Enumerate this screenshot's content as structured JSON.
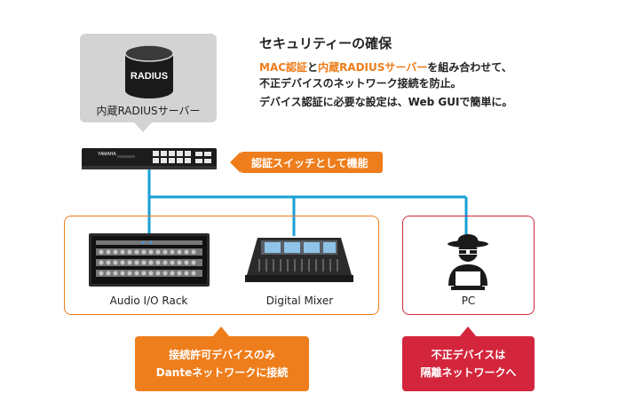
{
  "headline": "セキュリティーの確保",
  "description": {
    "line1": {
      "hl1": "MAC認証",
      "t1": "と",
      "hl2": "内蔵RADIUSサーバー",
      "t2": "を組み合わせて、"
    },
    "line2": "不正デバイスのネットワーク接続を防止。",
    "line3": "デバイス認証に必要な設定は、Web GUIで簡単に。"
  },
  "radius": {
    "icon_text": "RADIUS",
    "caption": "内蔵RADIUSサーバー"
  },
  "switch": {
    "callout": "認証スイッチとして機能",
    "brand": "YAMAHA"
  },
  "devices": {
    "audio_io": "Audio I/O Rack",
    "mixer": "Digital Mixer",
    "pc": "PC"
  },
  "callouts": {
    "allowed": [
      "接続許可デバイスのみ",
      "Danteネットワークに接続"
    ],
    "blocked": [
      "不正デバイスは",
      "隔離ネットワークへ"
    ]
  },
  "colors": {
    "accent_orange": "#ee7d1b",
    "accent_red": "#d3263d",
    "network_line": "#1a9fd6",
    "callout_gray": "#d3d3d3"
  },
  "icons": [
    "database-icon",
    "network-switch-icon",
    "audio-rack-icon",
    "mixer-console-icon",
    "hacker-icon",
    "laptop-icon"
  ]
}
